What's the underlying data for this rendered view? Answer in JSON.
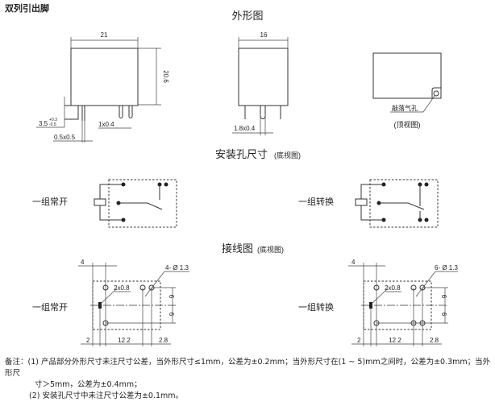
{
  "title": "双列引出脚",
  "outline": {
    "heading": "外形图",
    "front": {
      "width": "21",
      "height": "20.6",
      "pin_len": "3.5",
      "tol_plus": "+0.3",
      "tol_minus": "-0.5",
      "pin_a": "1x0.4",
      "pin_b": "0.5x0.5"
    },
    "side": {
      "width": "16",
      "pin": "1.8x0.4"
    },
    "top": {
      "vent_label": "敲落气孔",
      "caption": "(顶视图)"
    }
  },
  "mounting": {
    "heading": "安装孔尺寸",
    "sub": "(底视图)",
    "left_label": "一组常开",
    "right_label": "一组转换"
  },
  "wiring": {
    "heading": "接线图",
    "sub": "(底视图)",
    "left_label": "一组常开",
    "right_label": "一组转换",
    "dim_4": "4",
    "dim_2": "2",
    "dim_12_2": "12.2",
    "dim_2_8": "2.8",
    "dim_6": "6",
    "coil_pin": "2x0.8",
    "left_holes": "4- Ø 1.3",
    "right_holes": "6- Ø 1.3"
  },
  "notes": {
    "prefix": "备注：",
    "n1": "(1)  产品部分外形尺寸未注尺寸公差，当外形尺寸≤1mm，公差为±0.2mm；当外形尺寸在(1 ~ 5)mm之间时，公差为±0.3mm；当外形尺",
    "n1b": "寸＞5mm，公差为±0.4mm；",
    "n2": "(2)  安装孔尺寸中未注尺寸公差为±0.1mm。"
  }
}
